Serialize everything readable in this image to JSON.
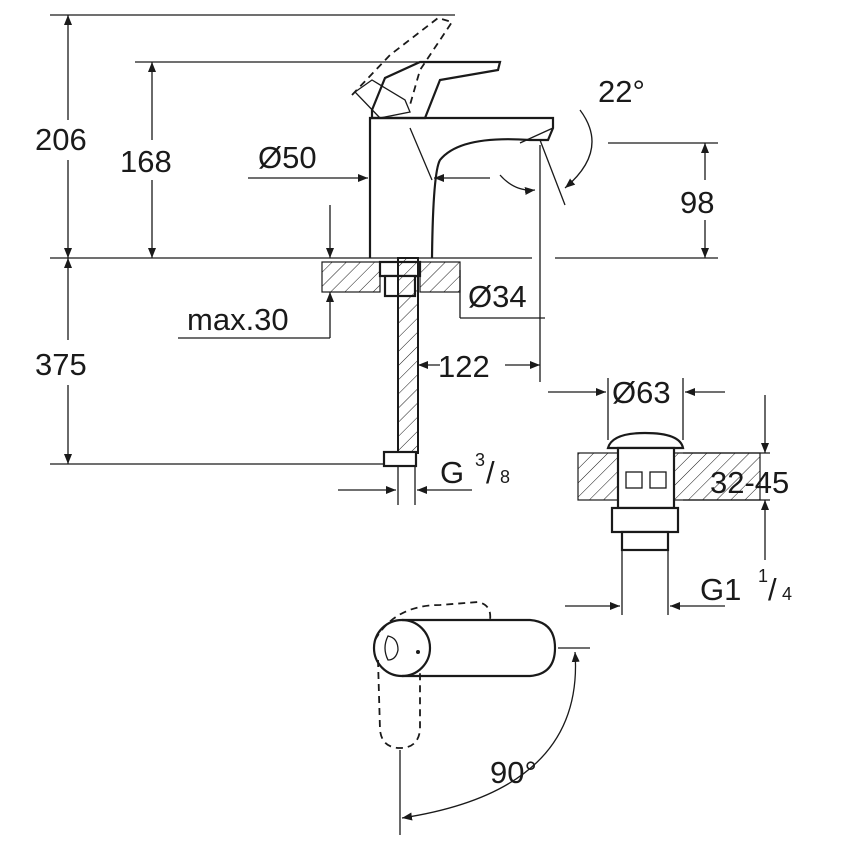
{
  "drawing": {
    "dimensions": {
      "total_height": "206",
      "lever_height": "168",
      "body_diameter": "Ø50",
      "spout_angle": "22°",
      "spout_height": "98",
      "hole_diameter": "Ø34",
      "max_counter_thickness": "max.30",
      "hose_length": "375",
      "spout_reach": "122",
      "hose_thread_prefix": "G",
      "hose_thread_num": "3",
      "hose_thread_den": "8",
      "waste_diameter": "Ø63",
      "basin_thickness": "32-45",
      "waste_thread_prefix": "G1",
      "waste_thread_num": "1",
      "waste_thread_den": "4",
      "lever_rotation": "90°"
    }
  }
}
